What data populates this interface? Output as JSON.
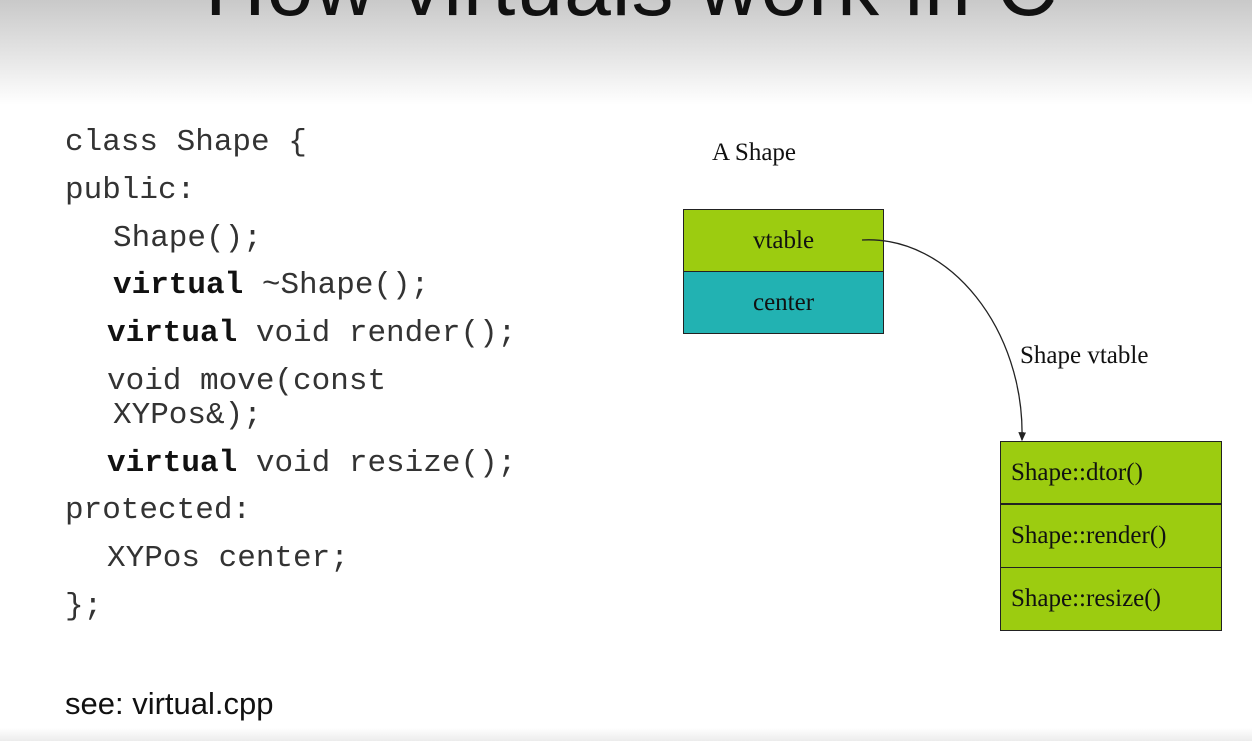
{
  "slide": {
    "title": "How virtuals work in C"
  },
  "code": {
    "line1": "class Shape {",
    "line2": "public:",
    "line3": "Shape();",
    "line4_kw": "virtual",
    "line4_rest": " ~Shape();",
    "line5_kw": "virtual",
    "line5_rest": " void render();",
    "line6a": "void move(const",
    "line6b": "XYPos&);",
    "line7_kw": "virtual",
    "line7_rest": " void resize();",
    "line8": "protected:",
    "line9": "XYPos center;",
    "line10": "};"
  },
  "see_line": "see: virtual.cpp",
  "diagram": {
    "object_label": "A Shape",
    "object_fields": [
      "vtable",
      "center"
    ],
    "vtable_label": "Shape vtable",
    "vtable_entries": [
      "Shape::dtor()",
      "Shape::render()",
      "Shape::resize()"
    ],
    "colors": {
      "lime": "#9ccc10",
      "teal": "#22b2b2",
      "border": "#222222"
    }
  }
}
